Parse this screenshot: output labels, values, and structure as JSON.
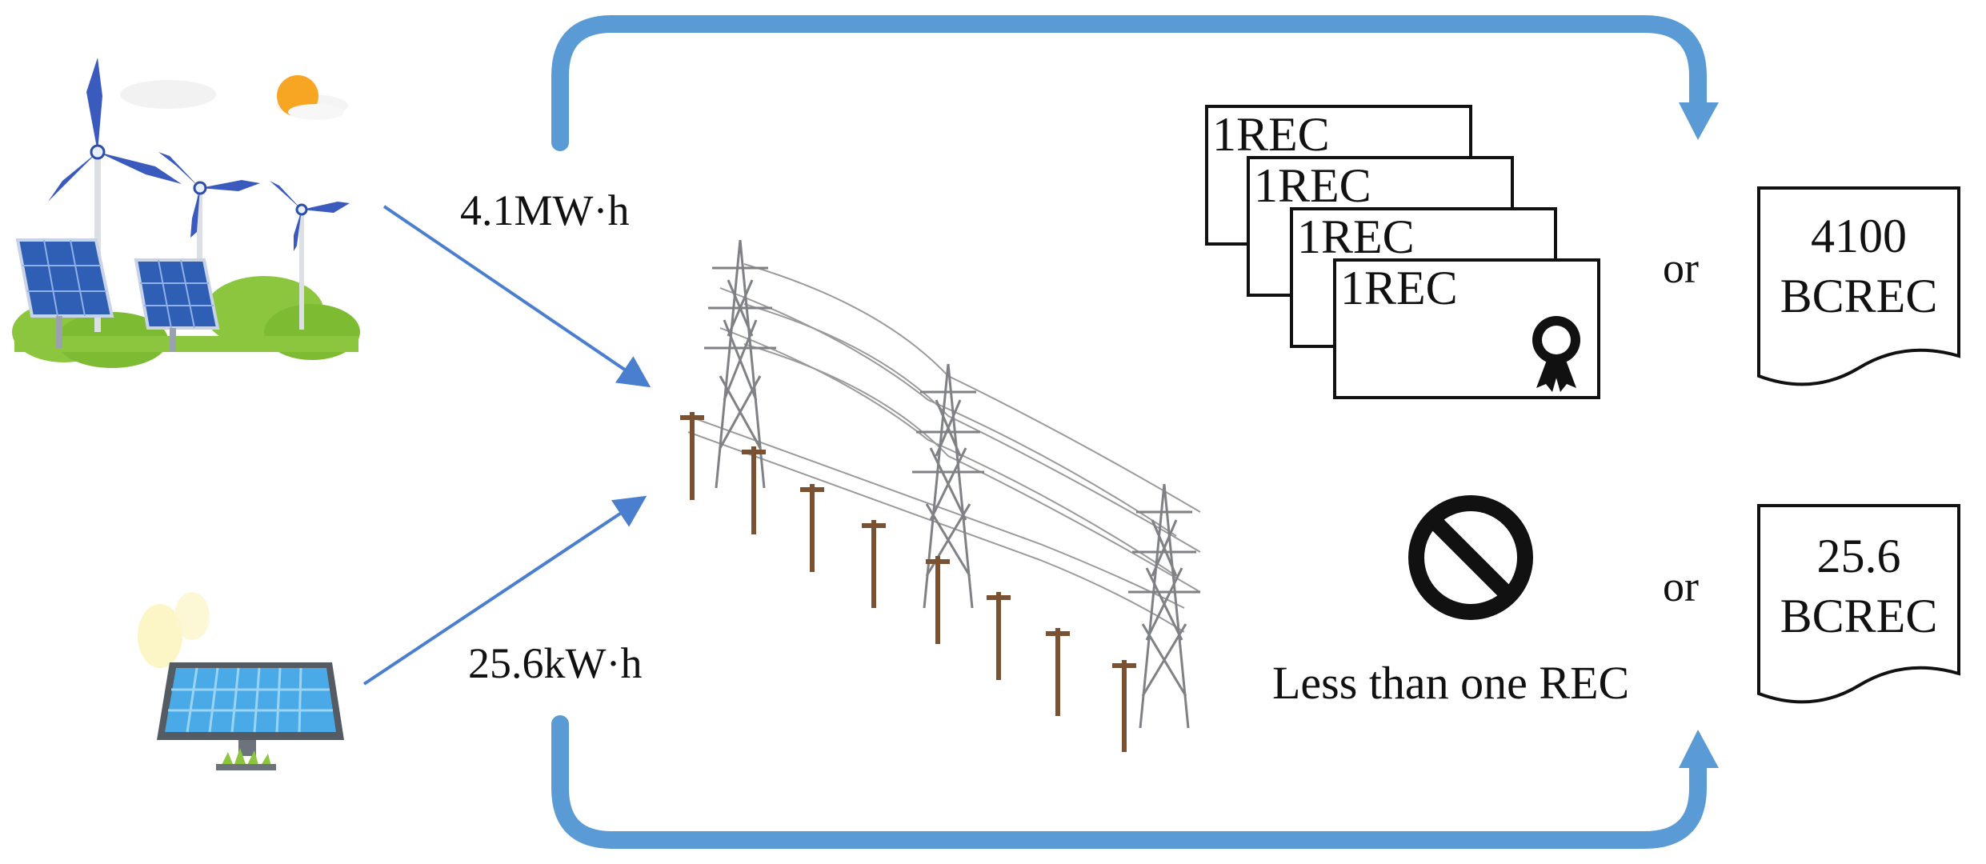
{
  "flows": {
    "large_energy": "4.1MW·h",
    "small_energy": "25.6kW·h"
  },
  "rec": {
    "certificates": [
      "1REC",
      "1REC",
      "1REC",
      "1REC"
    ],
    "large_or": "or",
    "large_bcrec_line1": "4100",
    "large_bcrec_line2": "BCREC",
    "small_label": "Less than one REC",
    "small_or": "or",
    "small_bcrec_line1": "25.6",
    "small_bcrec_line2": "BCREC"
  },
  "colors": {
    "arrow_blue": "#5b9bd5",
    "thin_arrow_blue": "#4a7fd0",
    "panel_blue": "#2f5fb5",
    "foliage_green": "#8cc63f"
  },
  "icons": {
    "large_source": "wind-solar-farm-icon",
    "small_source": "rooftop-solar-panel-icon",
    "grid": "power-transmission-towers-icon",
    "prohibited": "prohibited-icon",
    "seal": "award-ribbon-icon"
  }
}
